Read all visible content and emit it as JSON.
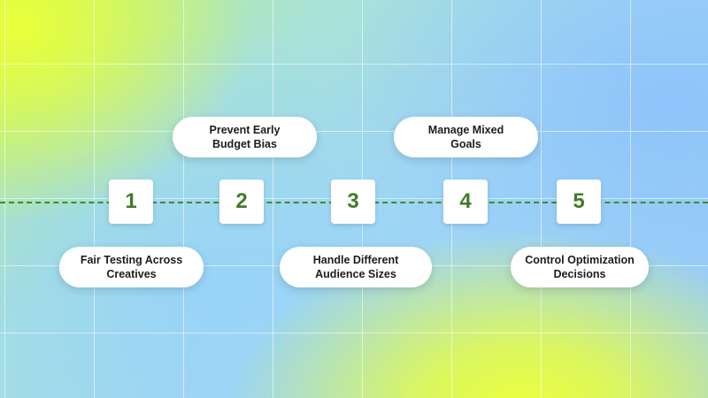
{
  "steps": [
    {
      "number": "1",
      "label_line1": "Fair Testing Across",
      "label_line2": "Creatives"
    },
    {
      "number": "2",
      "label_line1": "Prevent Early",
      "label_line2": "Budget Bias"
    },
    {
      "number": "3",
      "label_line1": "Handle Different",
      "label_line2": "Audience Sizes"
    },
    {
      "number": "4",
      "label_line1": "Manage Mixed",
      "label_line2": "Goals"
    },
    {
      "number": "5",
      "label_line1": "Control Optimization",
      "label_line2": "Decisions"
    }
  ],
  "colors": {
    "accent_green": "#3e7d27",
    "dash_line": "#3f8a2c",
    "card_bg": "#ffffff"
  }
}
